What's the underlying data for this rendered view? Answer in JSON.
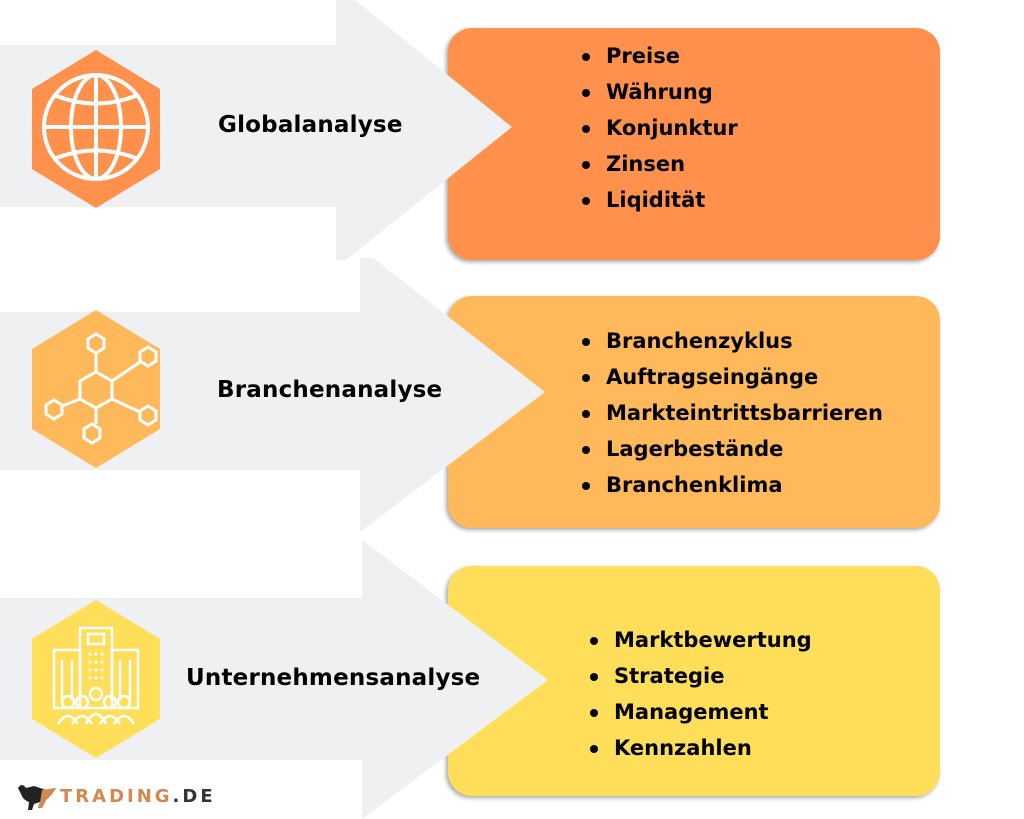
{
  "colors": {
    "arrow": "#EFF0F2",
    "level1": "#FF914D",
    "level2": "#FFB95A",
    "level3": "#FFDE59"
  },
  "levels": [
    {
      "title": "Globalanalyse",
      "icon": "globe-icon",
      "items": [
        "Preise",
        "Währung",
        "Konjunktur",
        "Zinsen",
        "Liqidität"
      ]
    },
    {
      "title": "Branchenanalyse",
      "icon": "molecule-network-icon",
      "items": [
        "Branchenzyklus",
        "Auftragseingänge",
        "Markteintrittsbarrieren",
        "Lagerbestände",
        "Branchenklima"
      ]
    },
    {
      "title": "Unternehmensanalyse",
      "icon": "office-building-people-icon",
      "items": [
        "Marktbewertung",
        "Strategie",
        "Management",
        "Kennzahlen"
      ]
    }
  ],
  "logo": {
    "text_main": "TRADING",
    "text_suffix": ".DE",
    "icon": "bull-icon"
  }
}
